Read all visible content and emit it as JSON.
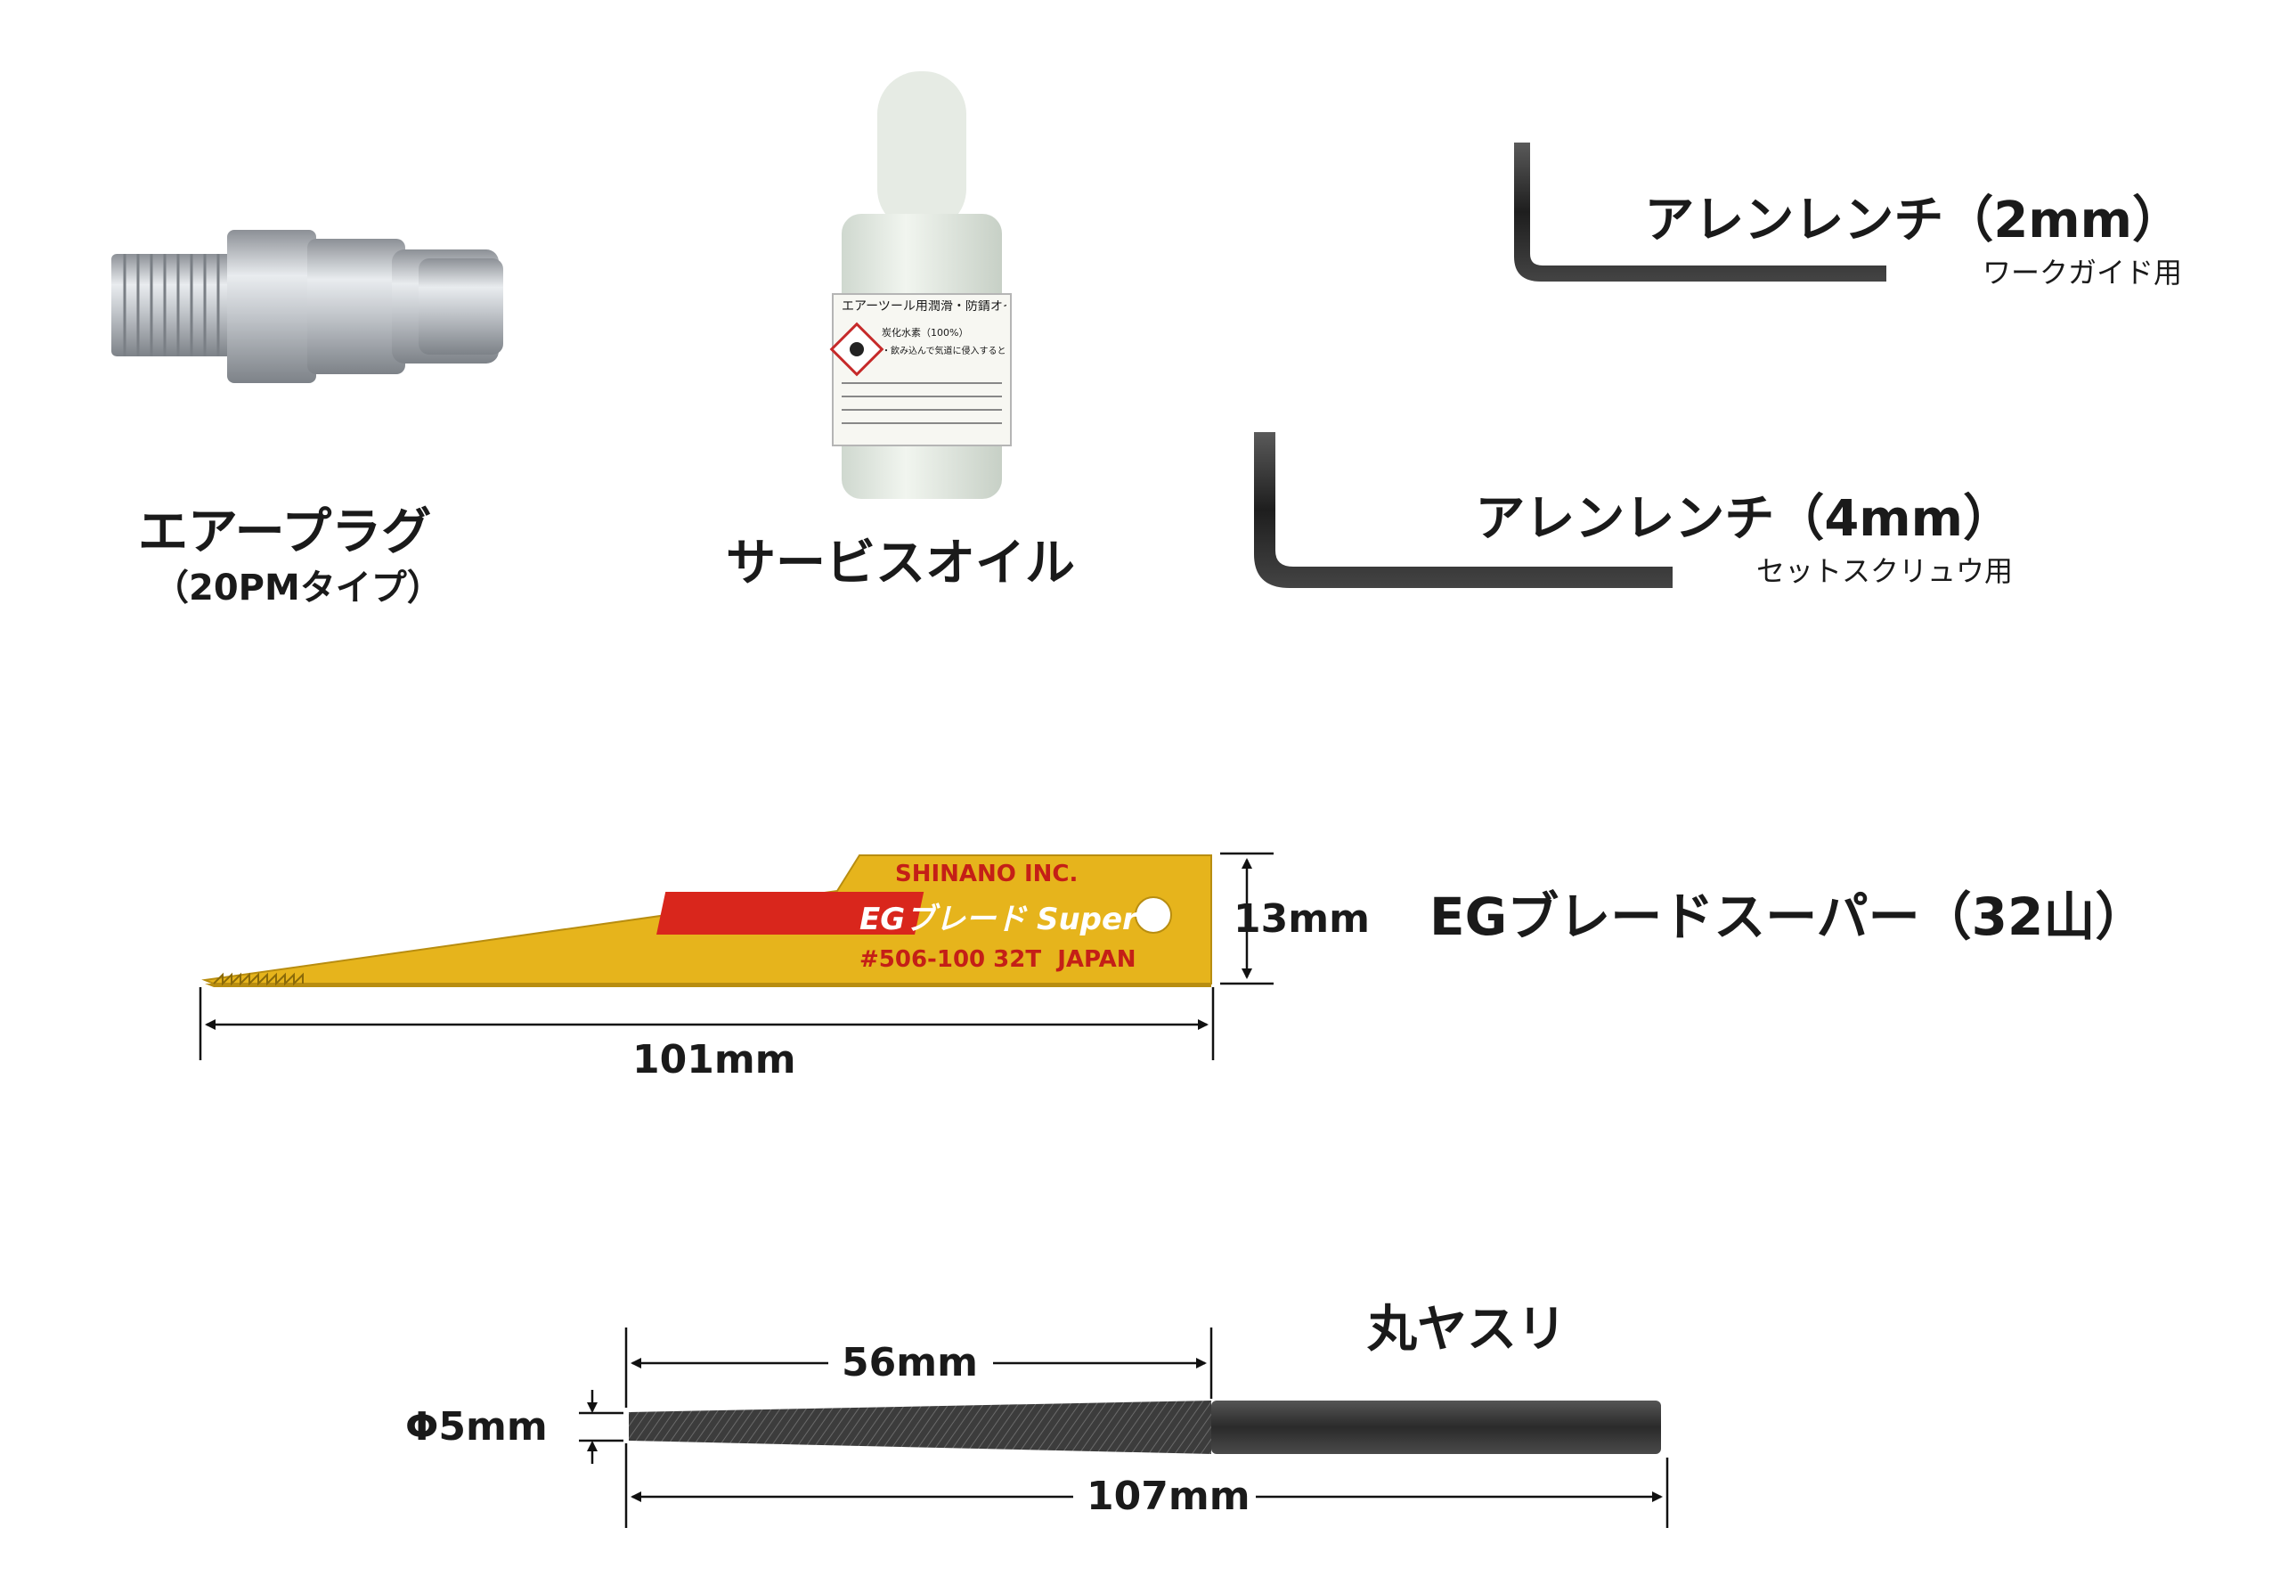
{
  "items": {
    "air_plug": {
      "name": "エアープラグ",
      "type": "（20PMタイプ）"
    },
    "service_oil": {
      "name": "サービスオイル",
      "bottle_label_title": "エアーツール用潤滑・防錆オイル",
      "bottle_label_content": "炭化水素（100%）",
      "bottle_label_hazard": "・飲み込んで気道に侵入すると生命に危険のおそれ"
    },
    "allen_2mm": {
      "name": "アレンレンチ（2mm）",
      "use": "ワークガイド用"
    },
    "allen_4mm": {
      "name": "アレンレンチ（4mm）",
      "use": "セットスクリュウ用"
    },
    "blade": {
      "name": "EGブレードスーパー（32山）",
      "brand": "SHINANO INC.",
      "logo": "EGブレード Super",
      "code": "#506-100 32T  JAPAN",
      "width_label": "13mm",
      "length_label": "101mm"
    },
    "round_file": {
      "name": "丸ヤスリ",
      "diameter_label": "Φ5mm",
      "cut_length_label": "56mm",
      "total_length_label": "107mm"
    }
  },
  "colors": {
    "blade_yellow": "#e6b41c",
    "blade_red": "#d9261c",
    "wrench_dark": "#2b2b2b",
    "file_dark": "#3a3a3a",
    "plug_silver": "#b8bcc2",
    "oil_bottle": "#e4ece4"
  }
}
